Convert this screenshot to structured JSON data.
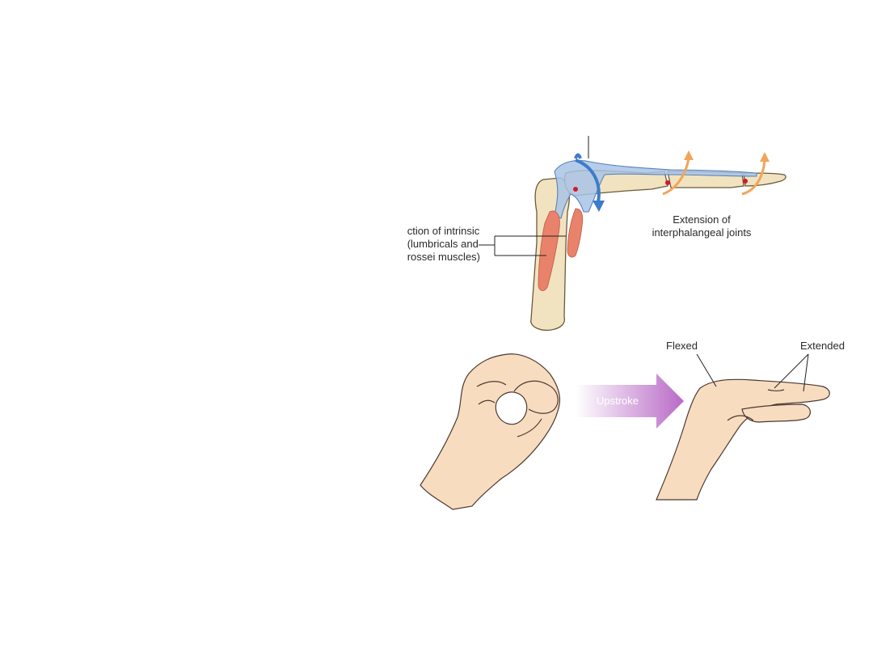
{
  "labels": {
    "intrinsic_line1": "ction of intrinsic",
    "intrinsic_line2": "(lumbricals and",
    "intrinsic_line3": "rossei muscles)",
    "extension_line1": "Extension of",
    "extension_line2": "interphalangeal joints",
    "upstroke": "Upstroke",
    "flexed": "Flexed",
    "extended": "Extended"
  },
  "colors": {
    "bone_fill": "#f1e3c0",
    "bone_stroke": "#6b5a3a",
    "extensor_hood": "#a9c4e6",
    "extensor_stroke": "#5a82b8",
    "muscle": "#e8826a",
    "rotation_arrow": "#3d7cc9",
    "extension_arrow": "#f2a55a",
    "joint_dot": "#d7182a",
    "skin": "#f8dcc0",
    "skin_stroke": "#4a3a30",
    "upstroke_arrow": "#b86ac6"
  }
}
